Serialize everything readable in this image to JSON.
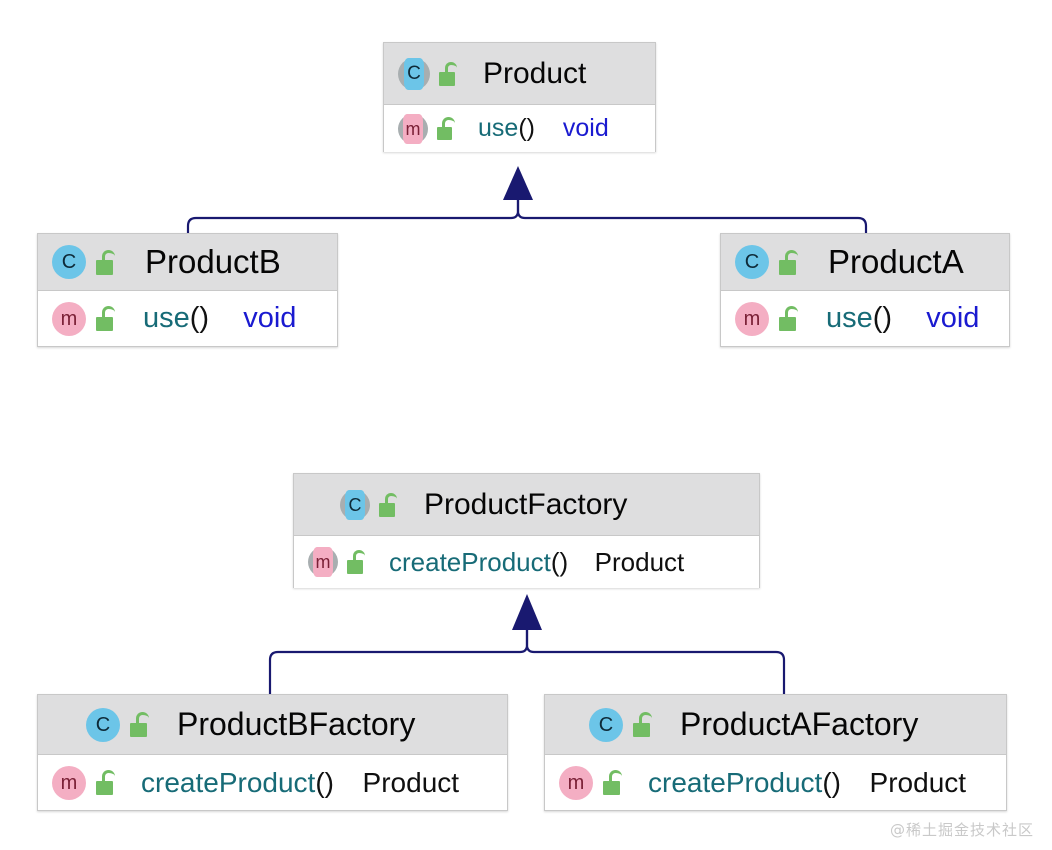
{
  "diagram": {
    "title": "Factory Method UML class diagram",
    "colors": {
      "connector": "#191970",
      "header_fill": "#dededf",
      "body_fill": "#ffffff",
      "border": "#c8c8c8",
      "class_badge": "#6cc5e8",
      "method_badge": "#f4aec3",
      "lock_green": "#72bd63",
      "method_name": "#176b77",
      "return_void": "#1a1ad0",
      "return_object": "#101010",
      "watermark": "#c9c9c9"
    },
    "classes": [
      {
        "id": "product",
        "name": "Product",
        "class_icon": "class-icon",
        "visibility_icon": "unlocked-public-icon",
        "members": [
          {
            "member_icon": "method-icon",
            "visibility_icon": "unlocked-public-icon",
            "name": "use",
            "parens": "()",
            "return_type": "void",
            "return_kind": "void"
          }
        ]
      },
      {
        "id": "productb",
        "name": "ProductB",
        "class_icon": "class-icon",
        "visibility_icon": "unlocked-public-icon",
        "members": [
          {
            "member_icon": "method-icon",
            "visibility_icon": "unlocked-public-icon",
            "name": "use",
            "parens": "()",
            "return_type": "void",
            "return_kind": "void"
          }
        ]
      },
      {
        "id": "producta",
        "name": "ProductA",
        "class_icon": "class-icon",
        "visibility_icon": "unlocked-public-icon",
        "members": [
          {
            "member_icon": "method-icon",
            "visibility_icon": "unlocked-public-icon",
            "name": "use",
            "parens": "()",
            "return_type": "void",
            "return_kind": "void"
          }
        ]
      },
      {
        "id": "productfactory",
        "name": "ProductFactory",
        "class_icon": "class-icon",
        "visibility_icon": "unlocked-public-icon",
        "members": [
          {
            "member_icon": "method-icon",
            "visibility_icon": "unlocked-public-icon",
            "name": "createProduct",
            "parens": "()",
            "return_type": "Product",
            "return_kind": "object"
          }
        ]
      },
      {
        "id": "productbfactory",
        "name": "ProductBFactory",
        "class_icon": "class-icon",
        "visibility_icon": "unlocked-public-icon",
        "members": [
          {
            "member_icon": "method-icon",
            "visibility_icon": "unlocked-public-icon",
            "name": "createProduct",
            "parens": "()",
            "return_type": "Product",
            "return_kind": "object"
          }
        ]
      },
      {
        "id": "productafactory",
        "name": "ProductAFactory",
        "class_icon": "class-icon",
        "visibility_icon": "unlocked-public-icon",
        "members": [
          {
            "member_icon": "method-icon",
            "visibility_icon": "unlocked-public-icon",
            "name": "createProduct",
            "parens": "()",
            "return_type": "Product",
            "return_kind": "object"
          }
        ]
      }
    ],
    "relations": [
      {
        "id": "rel-b-product",
        "from": "ProductB",
        "to": "Product",
        "type": "generalization"
      },
      {
        "id": "rel-a-product",
        "from": "ProductA",
        "to": "Product",
        "type": "generalization"
      },
      {
        "id": "rel-bf-factory",
        "from": "ProductBFactory",
        "to": "ProductFactory",
        "type": "generalization"
      },
      {
        "id": "rel-af-factory",
        "from": "ProductAFactory",
        "to": "ProductFactory",
        "type": "generalization"
      }
    ],
    "watermark": "@稀土掘金技术社区"
  }
}
